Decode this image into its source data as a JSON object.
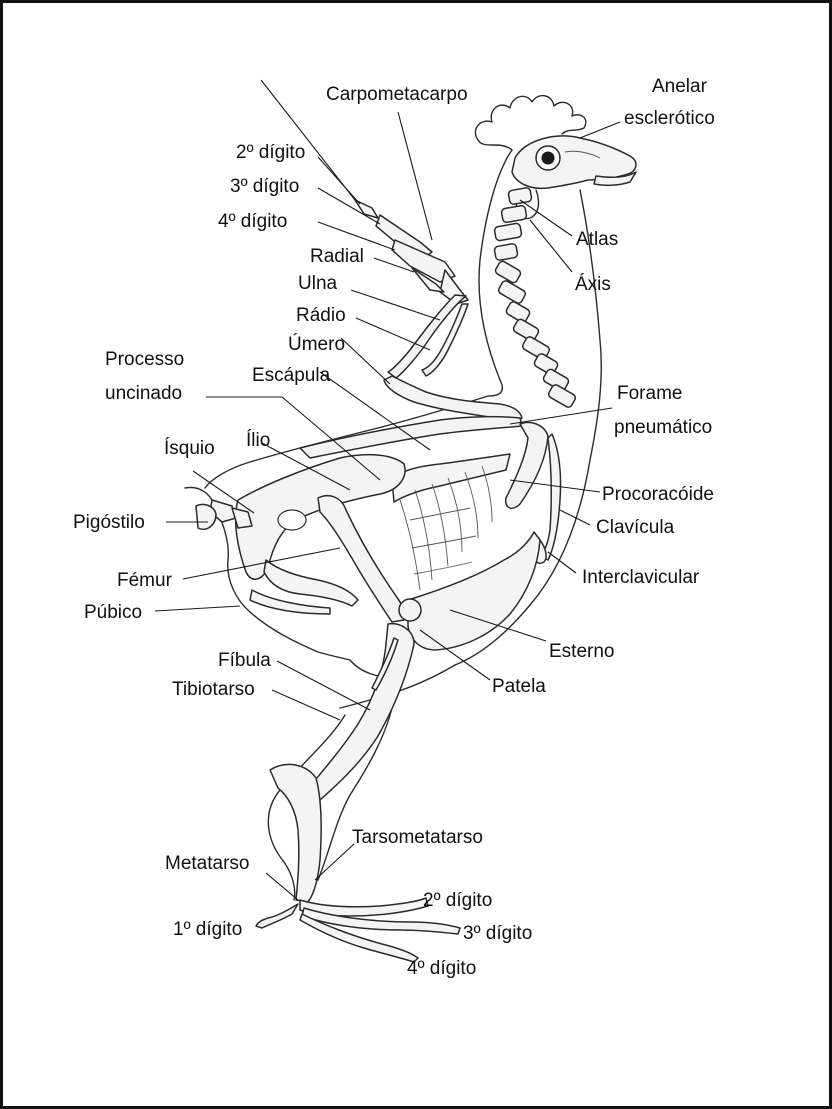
{
  "labels": {
    "carpometacarpo": "Carpometacarpo",
    "anelar_1": "Anelar",
    "anelar_2": "esclerótico",
    "digito2_asa": "2º dígito",
    "digito3_asa": "3º dígito",
    "digito4_asa": "4º dígito",
    "radial": "Radial",
    "ulna": "Ulna",
    "radio": "Rádio",
    "umero": "Úmero",
    "atlas": "Atlas",
    "axis": "Áxis",
    "processo_1": "Processo",
    "processo_2": "uncinado",
    "escapula": "Escápula",
    "forame_1": "Forame",
    "forame_2": "pneumático",
    "isquio": "Ísquio",
    "ilio": "Ílio",
    "procoracoide": "Procoracóide",
    "pigostilo": "Pigóstilo",
    "clavicula": "Clavícula",
    "femur": "Fémur",
    "interclavicular": "Interclavicular",
    "pubico": "Púbico",
    "esterno": "Esterno",
    "fibula": "Fíbula",
    "tibiotarso": "Tibiotarso",
    "patela": "Patela",
    "tarsometatarso": "Tarsometatarso",
    "metatarso": "Metatarso",
    "digito2_pe": "2º dígito",
    "digito1_pe": "1º dígito",
    "digito3_pe": "3º dígito",
    "digito4_pe": "4º dígito"
  }
}
